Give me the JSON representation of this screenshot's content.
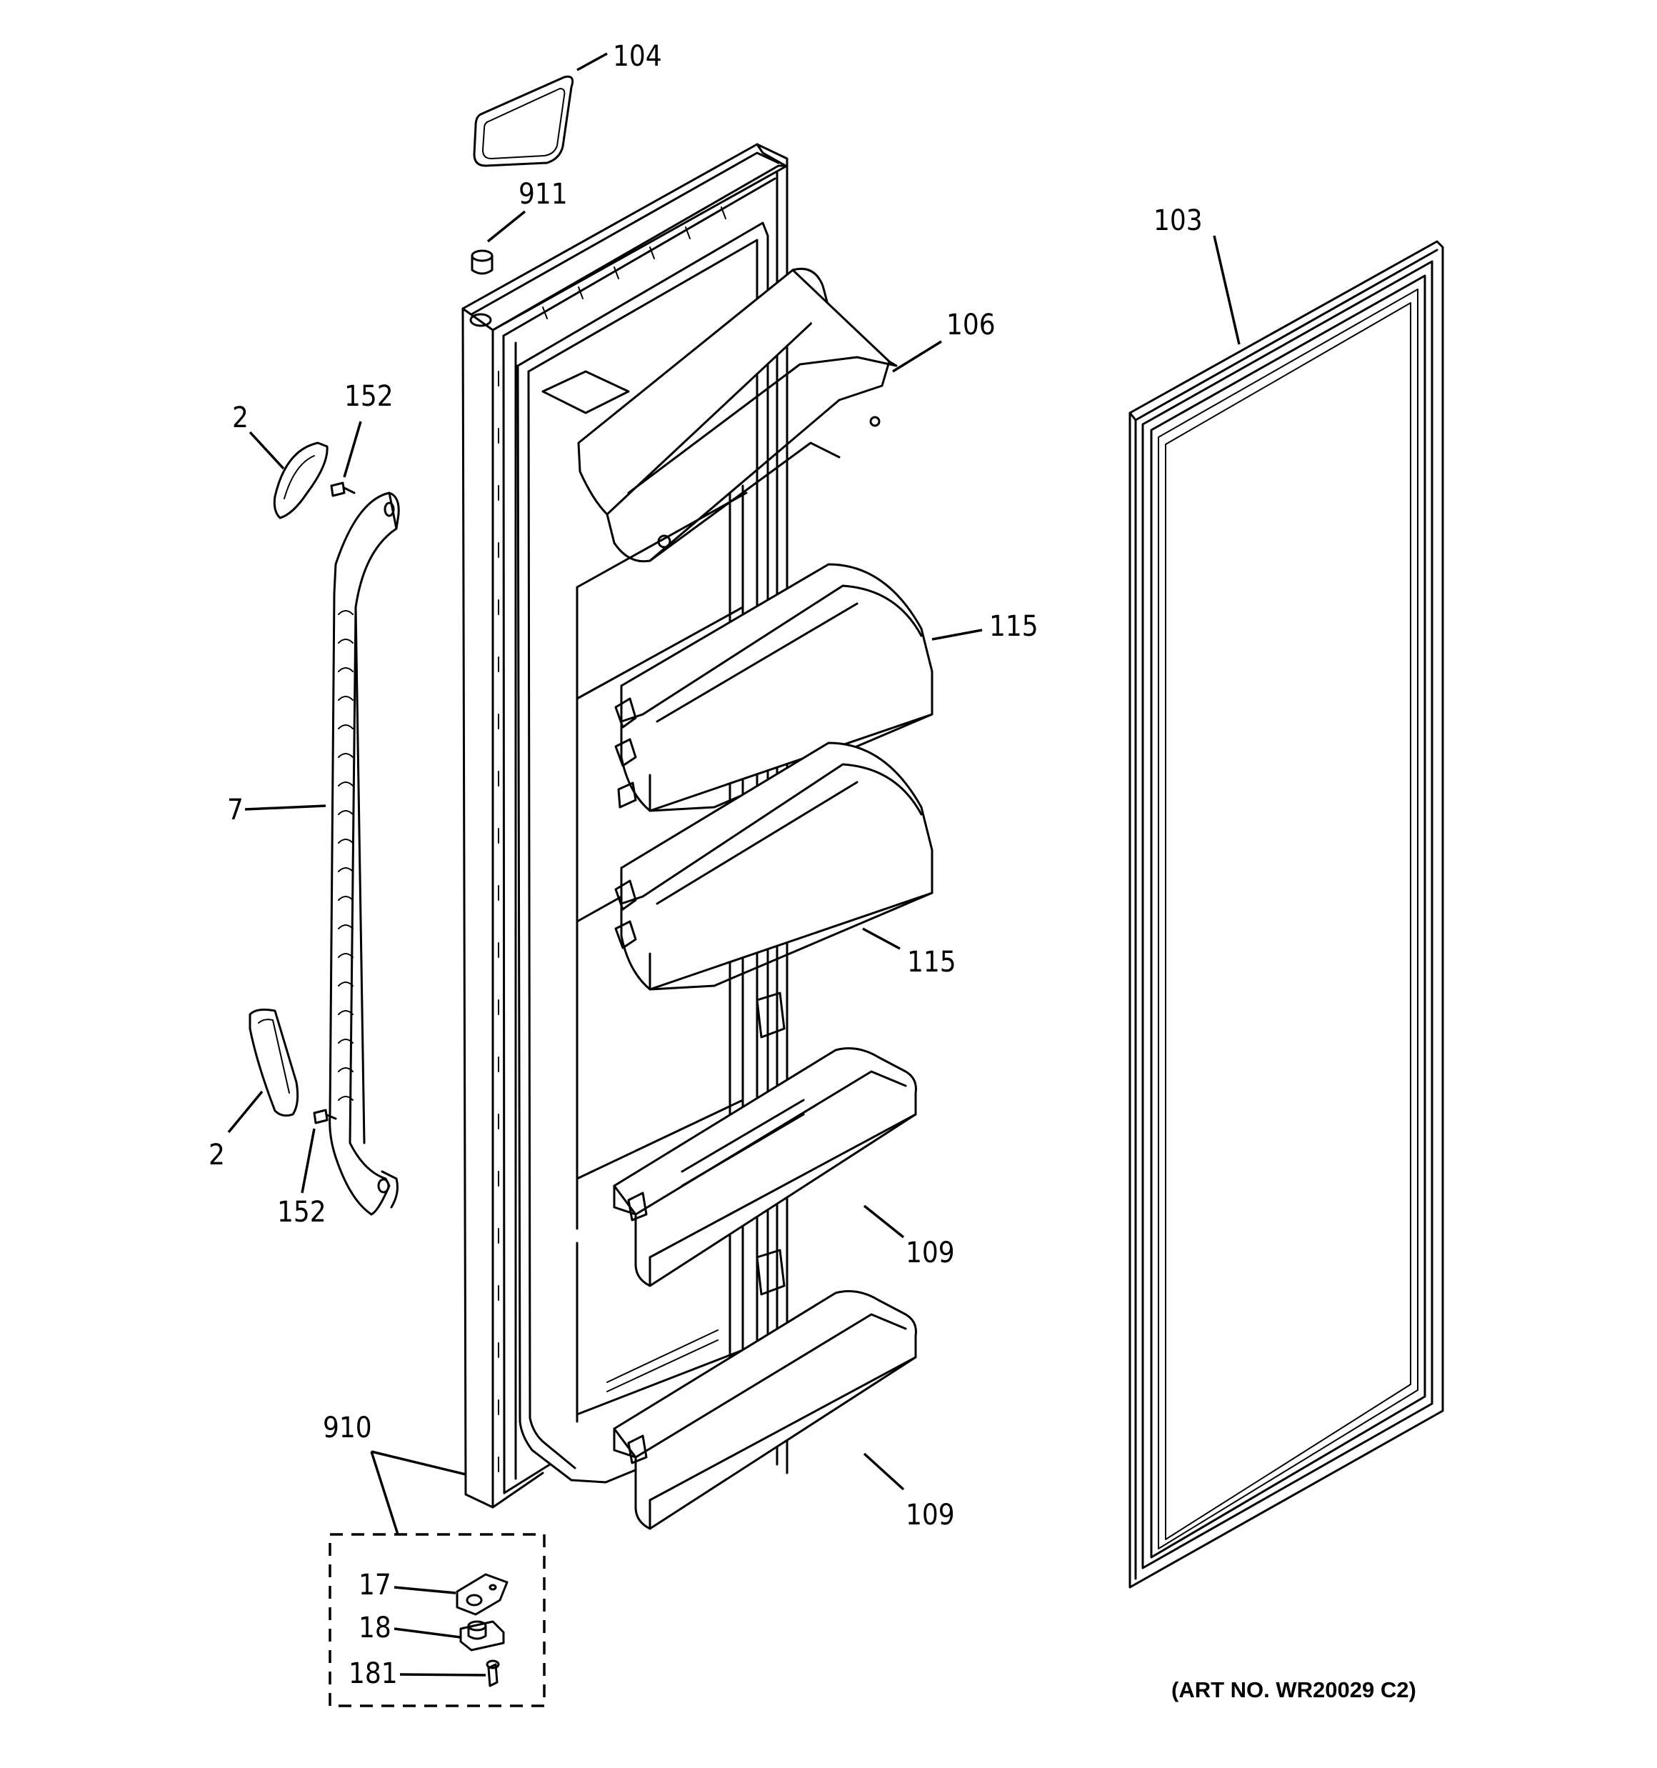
{
  "labels": {
    "p104": "104",
    "p911": "911",
    "p103": "103",
    "p106": "106",
    "p152_top": "152",
    "p2_top": "2",
    "p115_top": "115",
    "p7": "7",
    "p115_mid": "115",
    "p2_bottom": "2",
    "p152_bottom": "152",
    "p109_top": "109",
    "p910": "910",
    "p109_bottom": "109",
    "p17": "17",
    "p18": "18",
    "p181": "181"
  },
  "art_number": "(ART NO. WR20029 C2)"
}
